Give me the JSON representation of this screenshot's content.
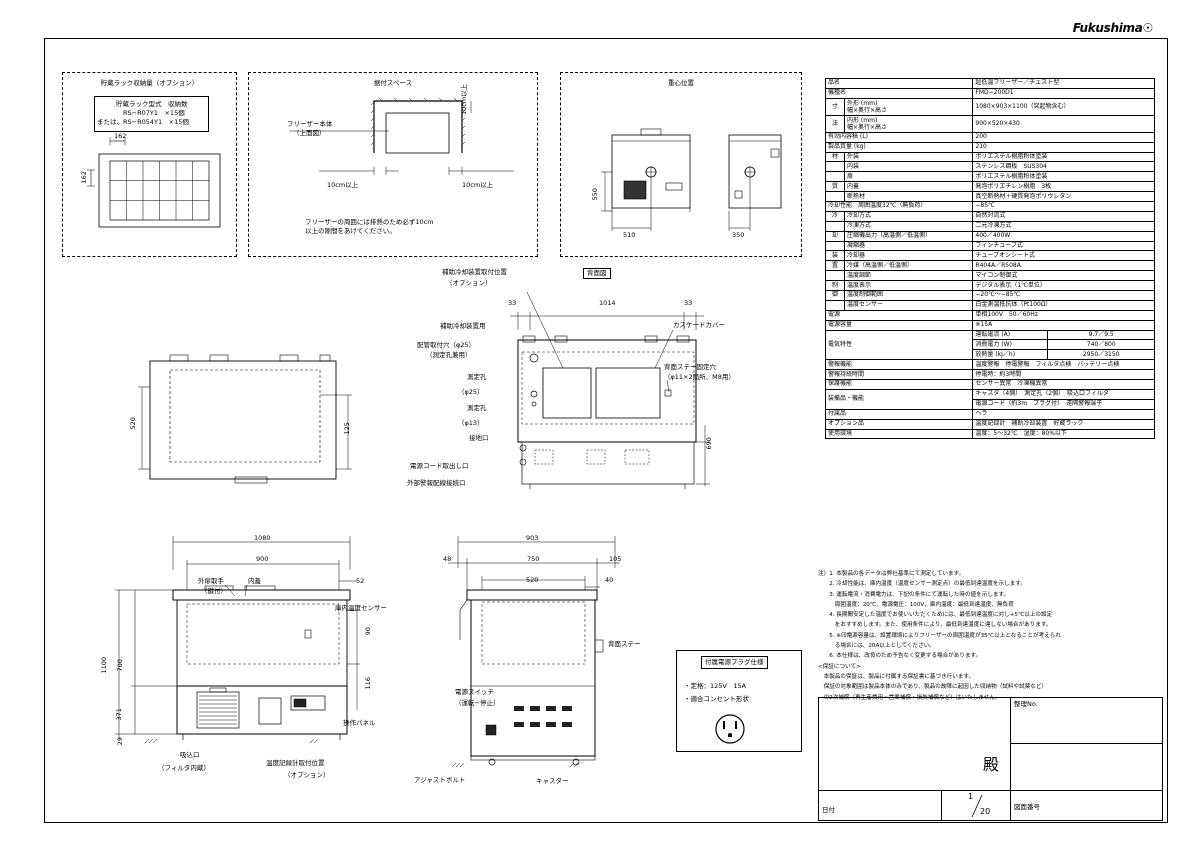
{
  "brand": "Fukushima",
  "panels": {
    "rack": {
      "title": "貯蔵ラック収納量（オプション）",
      "header": "貯蔵ラック型式　収納数",
      "line1": "RS−R07Y1　×15個",
      "line2": "または、RS−R054Y1　×15個",
      "dim_w": "162",
      "dim_h": "162"
    },
    "install": {
      "title": "据付スペース",
      "freezer_label": "フリーザー本体",
      "freezer_sub": "（上面図）",
      "gap_top": "10cm以上",
      "gap_left": "10cm以上",
      "gap_right": "10cm以上",
      "note1": "フリーザーの周囲には排熱のため必ず10cm",
      "note2": "以上の隙間をあけてください。"
    },
    "cog": {
      "title": "重心位置",
      "h": "550",
      "w1": "510",
      "w2": "350"
    }
  },
  "drawings": {
    "rear": {
      "title": "背面図",
      "aux_mount": "補助冷却装置取付位置",
      "aux_mount_sub": "（オプション）",
      "aux_use": "補助冷却装置用",
      "pipe_hole": "配管取付穴（φ25）",
      "pipe_hole_sub": "（測定孔兼用）",
      "meas1": "測定孔",
      "meas1_sub": "（φ25）",
      "meas2": "測定孔",
      "meas2_sub": "（φ13）",
      "ground": "接地口",
      "cord": "電源コード取出し口",
      "alarm": "外部警報配線接続口",
      "cascade": "カスケードカバー",
      "stay_hole": "背面ステー固定穴",
      "stay_hole_sub": "（φ11×2箇所、M8用）",
      "d33a": "33",
      "d1014": "1014",
      "d33b": "33",
      "d690": "690"
    },
    "top": {
      "d520": "520",
      "d125": "125"
    },
    "front": {
      "d1080": "1080",
      "d900": "900",
      "d52": "52",
      "handle": "外扉取手",
      "handle_sub": "（鍵付）",
      "inner_lid": "内蓋",
      "sensor": "庫内温度センサー",
      "d90": "90",
      "d116": "116",
      "d700": "700",
      "d1100": "1100",
      "d371": "371",
      "d29": "29",
      "panel": "操作パネル",
      "intake": "吸込口",
      "intake_sub": "（フィルタ内蔵）",
      "recorder": "温度記録計取付位置",
      "recorder_sub": "（オプション）"
    },
    "side": {
      "d903": "903",
      "d48": "48",
      "d750": "750",
      "d105": "105",
      "d520": "520",
      "d40": "40",
      "rear_stay": "背面ステー",
      "power_sw": "電源スイッチ",
      "power_sw_sub": "（運転−停止）",
      "bolt": "アジャストボルト",
      "caster": "キャスター"
    },
    "plug": {
      "title": "付属電源プラグ仕様",
      "rating": "・定格：125V　15A",
      "outlet": "・適合コンセント形状"
    }
  },
  "spec": {
    "rows": [
      {
        "g": "",
        "s": "品名",
        "v": "超低温フリーザー／チェスト型"
      },
      {
        "g": "",
        "s": "機種名",
        "v": "FMD−200D1"
      },
      {
        "g": "寸",
        "s": "外形 (mm)\n幅×奥行×高さ",
        "v": "1080×903×1100（突起物含む）"
      },
      {
        "g": "法",
        "s": "内形 (mm)\n幅×奥行×高さ",
        "v": "900×520×430"
      },
      {
        "g": "",
        "s": "有効内容積 (L)",
        "v": "200"
      },
      {
        "g": "",
        "s": "製品質量 (kg)",
        "v": "210"
      },
      {
        "g": "材",
        "s": "外装",
        "v": "ポリエステル樹脂粉体塗装"
      },
      {
        "g": "",
        "s": "内装",
        "v": "ステンレス鋼板　SUS304"
      },
      {
        "g": "",
        "s": "扉",
        "v": "ポリエステル樹脂粉体塗装"
      },
      {
        "g": "質",
        "s": "内蓋",
        "v": "発泡ポリエチレン樹脂　3枚"
      },
      {
        "g": "",
        "s": "断熱材",
        "v": "真空断熱材＋硬質発泡ポリウレタン"
      },
      {
        "g": "",
        "s": "冷却性能　周囲温度32℃（無負荷）",
        "v": "−85℃"
      },
      {
        "g": "冷",
        "s": "冷却方式",
        "v": "自然対流式"
      },
      {
        "g": "",
        "s": "冷凍方式",
        "v": "二元冷凍方式"
      },
      {
        "g": "却",
        "s": "圧縮機出力（高温側／低温側）",
        "v": "400／400W"
      },
      {
        "g": "",
        "s": "凝縮器",
        "v": "フィンチューブ式"
      },
      {
        "g": "装",
        "s": "冷却器",
        "v": "チューブオンシート式"
      },
      {
        "g": "置",
        "s": "冷媒（高温側／低温側）",
        "v": "R404A／R508A"
      },
      {
        "g": "",
        "s": "温度調節",
        "v": "マイコン制御式"
      },
      {
        "g": "制",
        "s": "温度表示",
        "v": "デジタル表示（1℃単位）"
      },
      {
        "g": "御",
        "s": "温度制御範囲",
        "v": "−20℃〜−85℃"
      },
      {
        "g": "",
        "s": "温度センサー",
        "v": "白金測温抵抗体（Pt100Ω）"
      },
      {
        "g": "",
        "s": "電源",
        "v": "単相100V　50／60Hz"
      },
      {
        "g": "",
        "s": "電源容量",
        "v": "※15A"
      }
    ],
    "electric": {
      "label": "電気特性",
      "rows": [
        {
          "k": "運転電流 (A)",
          "v": "9.7／9.5"
        },
        {
          "k": "消費電力 (W)",
          "v": "740／800"
        },
        {
          "k": "放熱量 (kJ／h)",
          "v": "2950／3150"
        }
      ]
    },
    "rows2": [
      {
        "s": "警報機能",
        "v": "温度警報　停電警報　フィルタ点検　バッテリー点検"
      },
      {
        "s": "警報持続時間",
        "v": "停電時：約3時間"
      },
      {
        "s": "保護機能",
        "v": "センサー異常　冷凍機異常"
      },
      {
        "s": "装備品・機能",
        "v": "キャスタ（4個）　測定孔（2個）　吸込口フィルタ"
      },
      {
        "s": "",
        "v": "電源コード（約3m　プラグ付）　遠隔警報端子"
      },
      {
        "s": "付属品",
        "v": "ヘラ"
      },
      {
        "s": "オプション品",
        "v": "温度記録計　補助冷却装置　貯蔵ラック"
      },
      {
        "s": "使用環境",
        "v": "温度：5〜32℃　湿度：80%以下"
      }
    ]
  },
  "notes": [
    "注）1. 本製品の各データは弊社基準にて測定しています。",
    "　　2. 冷却性能は、庫内温度（温度センサー測定点）の最低到達温度を示します。",
    "　　3. 運転電流・消費電力は、下記の条件にて運転した時の値を示します。",
    "　　　周囲温度：20℃、電源電圧：100V、庫内温度：最低到達温度、無負荷",
    "　　4. 長期間安定した温度でお使いいただくためには、最低到達温度に対し+5℃以上の設定",
    "　　　をおすすめします。また、使用条件により、最低到達温度に達しない場合があります。",
    "　　5. ※印電源容量は、設置環境によりフリーザーの周囲温度が35℃以上となることが考えられ",
    "　　　る場合には、20A以上としてください。",
    "　　6. 本仕様は、改良のため予告なく変更する場合があります。",
    "<保証について>",
    "　本製品の保証は、製品に付属する保証書に基づき行います。",
    "　保証の対象範囲は製品本体のみであり、製品の故障に起因した収納物（試料や試薬など）",
    "　の2次補償（再生産費用・営業補償・損失補償など）はいたしません。"
  ],
  "title_block": {
    "customer_suffix": "殿",
    "ref_no_label": "整理No.",
    "date_label": "日付",
    "scale_num": "1",
    "scale_den": "20",
    "drawing_no_label": "図面番号"
  }
}
